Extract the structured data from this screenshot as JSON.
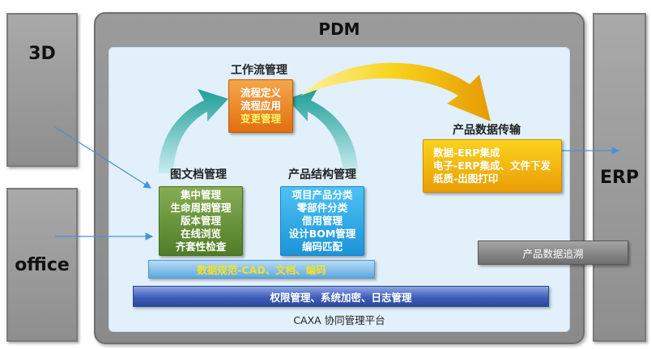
{
  "left_boxes": {
    "box_3d": "3D",
    "box_office": "office"
  },
  "right_box": "ERP",
  "pdm": {
    "title": "PDM"
  },
  "workflow": {
    "title": "工作流管理",
    "items": [
      "流程定义",
      "流程应用",
      "变更管理"
    ]
  },
  "documents": {
    "title": "图文档管理",
    "items": [
      "集中管理",
      "生命周期管理",
      "版本管理",
      "在线浏览",
      "齐套性检查"
    ]
  },
  "structure": {
    "title": "产品结构管理",
    "items": [
      "项目产品分类",
      "零部件分类",
      "借用管理",
      "设计BOM管理",
      "编码匹配"
    ]
  },
  "transfer": {
    "title": "产品数据传输",
    "items": [
      "数据-ERP集成",
      "电子-ERP集成、文件下发",
      "纸质-出图打印"
    ]
  },
  "trace": "产品数据追溯",
  "standard_bar": "数据规范-CAD、文档、编码",
  "security_bar": "权限管理、系统加密、日志管理",
  "platform": "CAXA 协同管理平台",
  "colors": {
    "workflow_box": "#e8791a",
    "documents_box": "#5c8a32",
    "structure_box": "#2aa6e6",
    "transfer_box": "#f2b411",
    "teal_arrow": "#2aa8a0",
    "connector_arrow": "#4a90d9"
  }
}
